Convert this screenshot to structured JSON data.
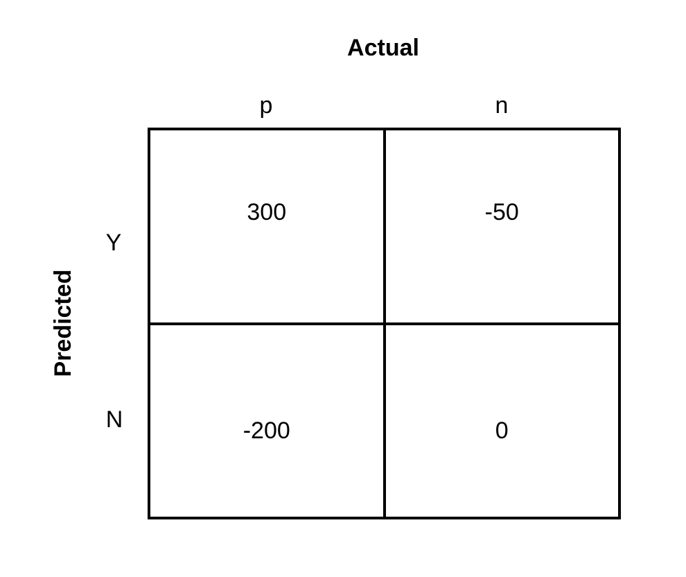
{
  "actual_title": "Actual",
  "predicted_title": "Predicted",
  "columns": [
    "p",
    "n"
  ],
  "rows": [
    "Y",
    "N"
  ],
  "cells": [
    [
      "300",
      "-50"
    ],
    [
      "-200",
      "0"
    ]
  ]
}
